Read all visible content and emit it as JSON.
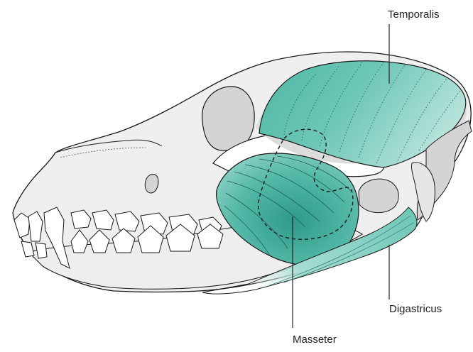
{
  "colors": {
    "skull_fill": "#efefef",
    "skull_shadow": "#d4d4d4",
    "outline": "#1a1a1a",
    "muscle_teal": "#5dbfae",
    "muscle_teal_light": "#a5dcd2",
    "muscle_teal_dark": "#2f9d8c",
    "background": "#ffffff"
  },
  "labels": {
    "temporalis": "Temporalis",
    "digastricus": "Digastricus",
    "masseter": "Masseter"
  }
}
